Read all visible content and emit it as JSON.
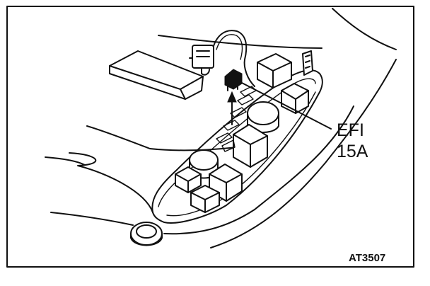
{
  "figure": {
    "callout_line1": "EFI",
    "callout_line2": "15A",
    "figure_code": "AT3507"
  },
  "colors": {
    "ink": "#111111",
    "background": "#ffffff"
  }
}
